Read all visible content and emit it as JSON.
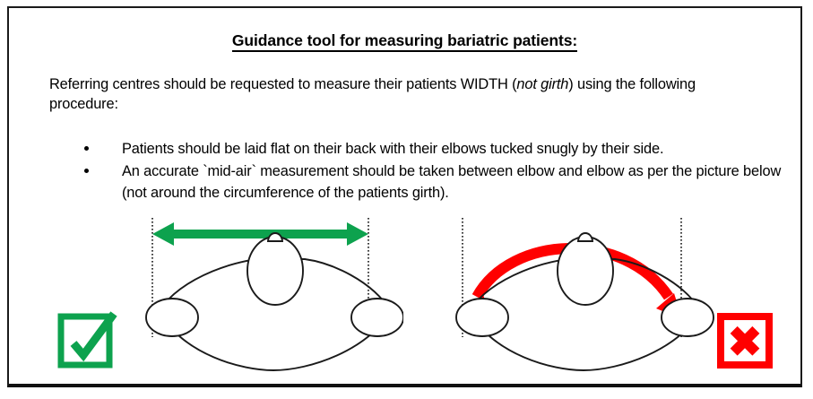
{
  "document": {
    "title": "Guidance tool for measuring bariatric patients:",
    "intro_before_italic": "Referring centres should be requested to measure their patients WIDTH (",
    "intro_italic": "not girth",
    "intro_after_italic": ") using the following procedure:",
    "bullets": [
      "Patients should be laid flat on their back with their elbows tucked snugly by their side.",
      "An accurate `mid-air` measurement should be taken between elbow and elbow as per the picture below (not around the circumference of the patients girth)."
    ]
  },
  "figures": {
    "correct": {
      "caption_icon": "check-mark-icon",
      "arrow_type": "straight-double-headed-arrow",
      "arrow_color": "#0DA24E",
      "meaning": "Correct: straight mid-air width measurement elbow to elbow"
    },
    "incorrect": {
      "caption_icon": "cross-mark-icon",
      "arrow_type": "curved-double-headed-arrow",
      "arrow_color": "#FF0000",
      "meaning": "Incorrect: measurement around the circumference / girth"
    }
  },
  "colors": {
    "green": "#0DA24E",
    "red": "#FF0000",
    "outline": "#1a1a1a",
    "border": "#111111",
    "background": "#ffffff"
  }
}
